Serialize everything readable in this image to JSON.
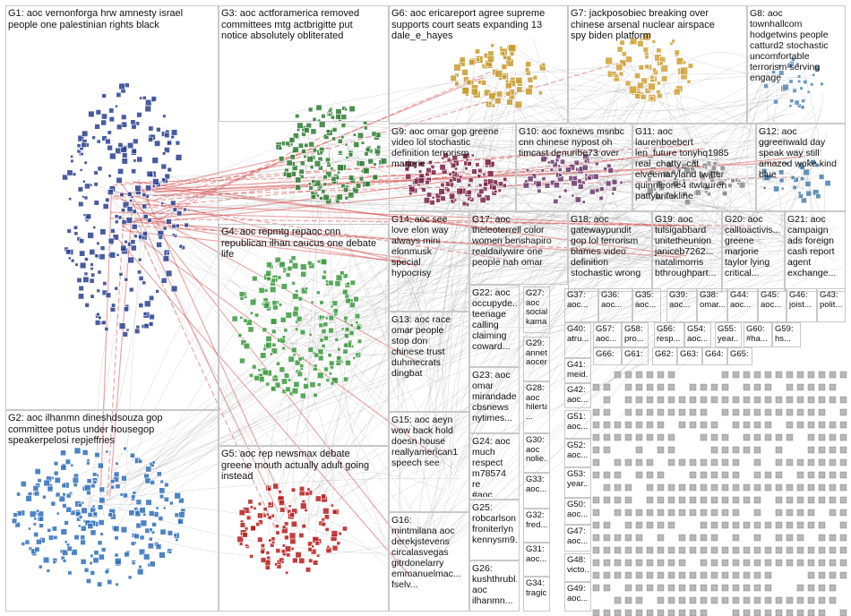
{
  "groups": [
    {
      "id": "G1",
      "text": "G1: aoc vernonforga hrw amnesty israel\npeople one palestinian rights black"
    },
    {
      "id": "G2",
      "text": "G2: aoc ilhanmn dineshdsouza gop\ncommittee potus under housegop\nspeakerpelosi repjeffries"
    },
    {
      "id": "G3",
      "text": "G3: aoc actforamerica removed\ncommittees mtg actbrigitte put\nnotice absolutely obliterated"
    },
    {
      "id": "G4",
      "text": "G4: aoc repmtg repaoc cnn\nrepublican ilhan caucus one debate\nlife"
    },
    {
      "id": "G5",
      "text": "G5: aoc rep newsmax debate\ngreene mouth actually adult going\ninstead"
    },
    {
      "id": "G6",
      "text": "G6: aoc ericareport agree supreme\nsupports court seats expanding 13\ndale_e_hayes"
    },
    {
      "id": "G7",
      "text": "G7: jackposobiec breaking over\nchinese arsenal nuclear airspace\nspy biden platform"
    },
    {
      "id": "G8",
      "text": "G8: aoc\ntownhallcom\nhodgetwins people\ncatturd2 stochastic\nuncomfortable\nterrorism serving\nengage"
    },
    {
      "id": "G9",
      "text": "G9: aoc omar gop greene\nvideo lol stochastic\ndefinition terrorism\nmarjorie"
    },
    {
      "id": "G10",
      "text": "G10: aoc foxnews msnbc\ncnn chinese nypost oh\ntimcast denuribe73 over"
    },
    {
      "id": "G11",
      "text": "G11: aoc\nlaurenboebert\nlen_future tonyhq1985\nreal_chatty_cat\nelveemaryland twitter\nquinnleone4 itwlauren\npattybritekline"
    },
    {
      "id": "G12",
      "text": "G12: aoc\nggreenwald day\nspeak way still\namazed woke kind\nblue"
    },
    {
      "id": "G13",
      "text": "G13: aoc race\nomar people\nstop don\nchinese trust\nduhmecrats\ndingbat"
    },
    {
      "id": "G14",
      "text": "G14: aoc see\nlove elon way\nalways mini\nelonmusk\nspecial\nhypocrisy"
    },
    {
      "id": "G15",
      "text": "G15: aoc aeyn\nwow back hold\ndoesn house\nreallyamerican1\nspeech see"
    },
    {
      "id": "G16",
      "text": "G16:\nmintmilana aoc\nderekjstevens\ncircalasvegas\ngitrdonelarry\nemmanuelmac...\nfselv..."
    },
    {
      "id": "G17",
      "text": "G17: aoc\ntheleoterrell color\nwomen benshapiro\nrealdailywire one\npeople nah omar"
    },
    {
      "id": "G18",
      "text": "G18: aoc\ngatewaypundit\ngop lol terrorism\nblames video\ndefinition\nstochastic wrong"
    },
    {
      "id": "G19",
      "text": "G19: aoc\ntulsigabbard\nunitetheunion\njaniceb7262...\nnatalimorris\nbthroughpart..."
    },
    {
      "id": "G20",
      "text": "G20: aoc\ncalltoactivis...\ngreene\nmarjorie\ntaylor lying\ncritical..."
    },
    {
      "id": "G21",
      "text": "G21: aoc\ncampaign\nads foreign\ncash report\nagent\nexchange..."
    },
    {
      "id": "G22",
      "text": "G22: aoc\noccupyde...\nteenage\ncalling\nclaiming\ncoward..."
    },
    {
      "id": "G23",
      "text": "G23: aoc\nomar\nmirandade...\ncbsnews\nnytimes..."
    },
    {
      "id": "G24",
      "text": "G24: aoc\nmuch\nrespect\nm78574 re\n#aoc..."
    },
    {
      "id": "G25",
      "text": "G25:\nrobcarlson\nfroniterlyn\nkennysm9..."
    },
    {
      "id": "G26",
      "text": "G26:\nkushthrubl...\naoc\nilhanmn..."
    },
    {
      "id": "G27",
      "text": "G27:\naoc\nsociali...\nkamal..."
    },
    {
      "id": "G28",
      "text": "G28:\naoc\nhilerta...\n..."
    },
    {
      "id": "G29",
      "text": "G29:\nannett...\naocen..."
    },
    {
      "id": "G30",
      "text": "G30:\naoc\nnolie..."
    },
    {
      "id": "G31",
      "text": "G31:\naoc..."
    },
    {
      "id": "G32",
      "text": "G32:\nfred..."
    },
    {
      "id": "G33",
      "text": "G33:\naoc..."
    },
    {
      "id": "G34",
      "text": "G34:\ntragic..."
    },
    {
      "id": "G35",
      "text": "G35:\naoc..."
    },
    {
      "id": "G36",
      "text": "G36:\naoc..."
    },
    {
      "id": "G37",
      "text": "G37:\naoc..."
    },
    {
      "id": "G38",
      "text": "G38:\nomar..."
    },
    {
      "id": "G39",
      "text": "G39:\naoc..."
    },
    {
      "id": "G40",
      "text": "G40:\natru..."
    },
    {
      "id": "G41",
      "text": "G41:\nmeid..."
    },
    {
      "id": "G42",
      "text": "G42:\naoc..."
    },
    {
      "id": "G43",
      "text": "G43:\npolit..."
    },
    {
      "id": "G44",
      "text": "G44:\naoc..."
    },
    {
      "id": "G45",
      "text": "G45:\naoc..."
    },
    {
      "id": "G46",
      "text": "G46:\njoist..."
    },
    {
      "id": "G47",
      "text": "G47:\naoc..."
    },
    {
      "id": "G48",
      "text": "G48:\nvicto..."
    },
    {
      "id": "G49",
      "text": "G49:\naoc..."
    },
    {
      "id": "G50",
      "text": "G50:\naoc..."
    },
    {
      "id": "G51",
      "text": "G51:\naoc..."
    },
    {
      "id": "G52",
      "text": "G52:\naoc..."
    },
    {
      "id": "G53",
      "text": "G53:\nyear..."
    },
    {
      "id": "G54",
      "text": "G54:\naoc..."
    },
    {
      "id": "G55",
      "text": "G55:\nyear..."
    },
    {
      "id": "G56",
      "text": "G56:\nresp..."
    },
    {
      "id": "G57",
      "text": "G57:\naoc..."
    },
    {
      "id": "G58",
      "text": "G58:\npro..."
    },
    {
      "id": "G59",
      "text": "G59:\nhs..."
    },
    {
      "id": "G60",
      "text": "G60:\n#ha..."
    },
    {
      "id": "G61",
      "text": "G61:"
    },
    {
      "id": "G62",
      "text": "G62:"
    },
    {
      "id": "G63",
      "text": "G63:"
    },
    {
      "id": "G64",
      "text": "G64:"
    },
    {
      "id": "G65",
      "text": "G65:"
    },
    {
      "id": "G66",
      "text": "G66:"
    }
  ],
  "colors": {
    "edge": "#8a8a8a",
    "edge_red": "#d13b3b",
    "cluster_blue": "#2a3f8f",
    "cluster_green": "#2f7d32",
    "cluster_red": "#b71c1c",
    "cluster_gold": "#c79a2b",
    "cluster_maroon": "#7a2145",
    "box_border": "#c8c8c8"
  }
}
